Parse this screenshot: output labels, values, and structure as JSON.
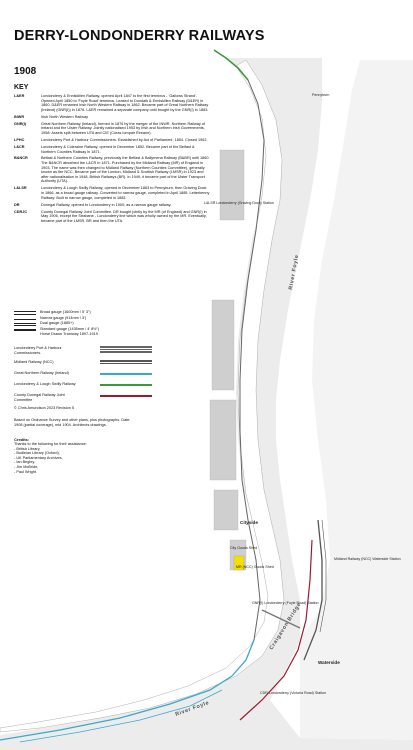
{
  "header": {
    "title": "DERRY-LONDONDERRY RAILWAYS",
    "year": "1908",
    "key_heading": "KEY"
  },
  "key": [
    {
      "code": "L&ER",
      "text": "Londonderry & Enniskillen Railway, opened April 1847 to the first terminus - 'Gallows Strand'. Opened April 1850 to 'Foyle Road' terminus. Leased to Dundalk & Enniskillen Railway (D&ER) in 1860. D&ER renamed Irish North Western Railway in 1862. Became part of Great Northern Railway (Ireland) (GNR(I)) in 1876. L&ER remained a separate company until bought by the GNR(I) in 1883."
    },
    {
      "code": "INWR",
      "text": "Irish North Western Railway"
    },
    {
      "code": "GNR(I)",
      "text": "Great Northern Railway (Ireland), formed in 1876 by the merger of the INWR, Northern Railway of Ireland and the Ulster Railway. Jointly nationalised 1953 by Irish and Northern Irish Governments, 1958: Assets split between UTA and CIE (Córas Iompair Éireann)."
    },
    {
      "code": "LPHC",
      "text": "Londonderry Port & Harbour Commissioners. Established by Act of Parliament, 1854. Closed 1962."
    },
    {
      "code": "L&CR",
      "text": "Londonderry & Coleraine Railway, opened in December 1852. Became part of the Belfast & Northern Counties Railway in 1871."
    },
    {
      "code": "B&NCR",
      "text": "Belfast & Northern Counties Railway, previously the Belfast & Ballymena Railway (B&BR) until 1860. The B&NCR absorbed the L&CR in 1871. Purchased by the Midland Railway (MR) of England in 1903. The name was then changed to Midland Railway (Northern Counties Committee), generally known as the NCC. Became part of the London, Midland & Scottish Railway (LMSR) in 1923 and after nationalisation in 1948, British Railways (BR). In 1949, it became part of the Ulster Transport Authority (UTA)."
    },
    {
      "code": "L&LSR",
      "text": "Londonderry & Lough Swilly Railway, opened in December 1863 to Pennyburn, then Graving Dock in 1866, as a broad gauge railway. Converted to narrow gauge, completed in April 1885. Letterkenny Railway: Built to narrow gauge, completed in 1883."
    },
    {
      "code": "DR",
      "text": "Donegal Railway, opened to Londonderry in 1900; as a narrow gauge railway."
    },
    {
      "code": "CDRJC",
      "text": "County Donegal Railway Joint Committee. DR bought jointly by the MR (of England) and GNR(I) in May 1906, except the Strabane - Londonderry line which was wholly owned by the MR. Eventually, became part of the LMSR, BR and then the UTA."
    }
  ],
  "gauges": [
    {
      "kind": "broad",
      "label": "Broad gauge (1600mm / 5' 3\")"
    },
    {
      "kind": "narrow",
      "label": "Narrow gauge (914mm / 3')"
    },
    {
      "kind": "dual",
      "label": "Dual gauge (1885+)"
    },
    {
      "kind": "std",
      "label": "Standard gauge (1435mm / 4' 8½\")"
    }
  ],
  "gauge_note": "Horse Drawn Tramway 1897-1919",
  "companies": [
    {
      "name": "Londonderry Port & Harbour Commissioners.",
      "color": "#666666",
      "tall": true
    },
    {
      "name": "Midland Railway (NCC)",
      "color": "#555555",
      "tall": false
    },
    {
      "name": "Great Northern Railway (Ireland)",
      "color": "#3aa8cc",
      "tall": false
    },
    {
      "name": "Londonderry & Lough Swilly Railway",
      "color": "#3a9a3a",
      "tall": false
    },
    {
      "name": "County Donegal Railway Joint Committee",
      "color": "#9b1b2a",
      "tall": false
    }
  ],
  "colors": {
    "ncc": "#555555",
    "gnri": "#3aa8cc",
    "llsr": "#3a9a3a",
    "cdrjc": "#9b1b2a",
    "river": "#ffffff",
    "land": "#e8e8e8"
  },
  "footer": {
    "copyright": "© Chris Amundson 2023   Revision 5",
    "source": "Based on Ordnance Survey and other plans, plus photographs. Date: 1908 (partial coverage), mid 1904. Architects drawings.",
    "credits_title": "Credits:",
    "credits_intro": "Thanks to the following for their assistance:",
    "credits": [
      "- British Library,",
      "- Bodleian Library (Oxford),",
      "- UK Parliamentary Archives,",
      "- Ian Begley,",
      "- Jim McBride,",
      "- Paul Wright."
    ]
  },
  "map_labels": {
    "pennyburn": "Pennyburn",
    "llsr_station": "L&LSR Londonderry (Graving Dock) Station",
    "river_foyle_upper": "River Foyle",
    "river_foyle_lower": "River Foyle",
    "cityside": "Cityside",
    "waterside": "Waterside",
    "city_goods_shed": "City Goods Shed",
    "mr_goods_shed": "MR (NCC) Goods Shed",
    "gnri_station": "GNR(I) Londonderry (Foyle Road) Station",
    "midland_station": "Midland Railway (NCC) Waterside Station",
    "cdr_station": "CDR Londonderry (Victoria Road) Station",
    "craigavon_bridge": "Craigavon Bridge"
  }
}
